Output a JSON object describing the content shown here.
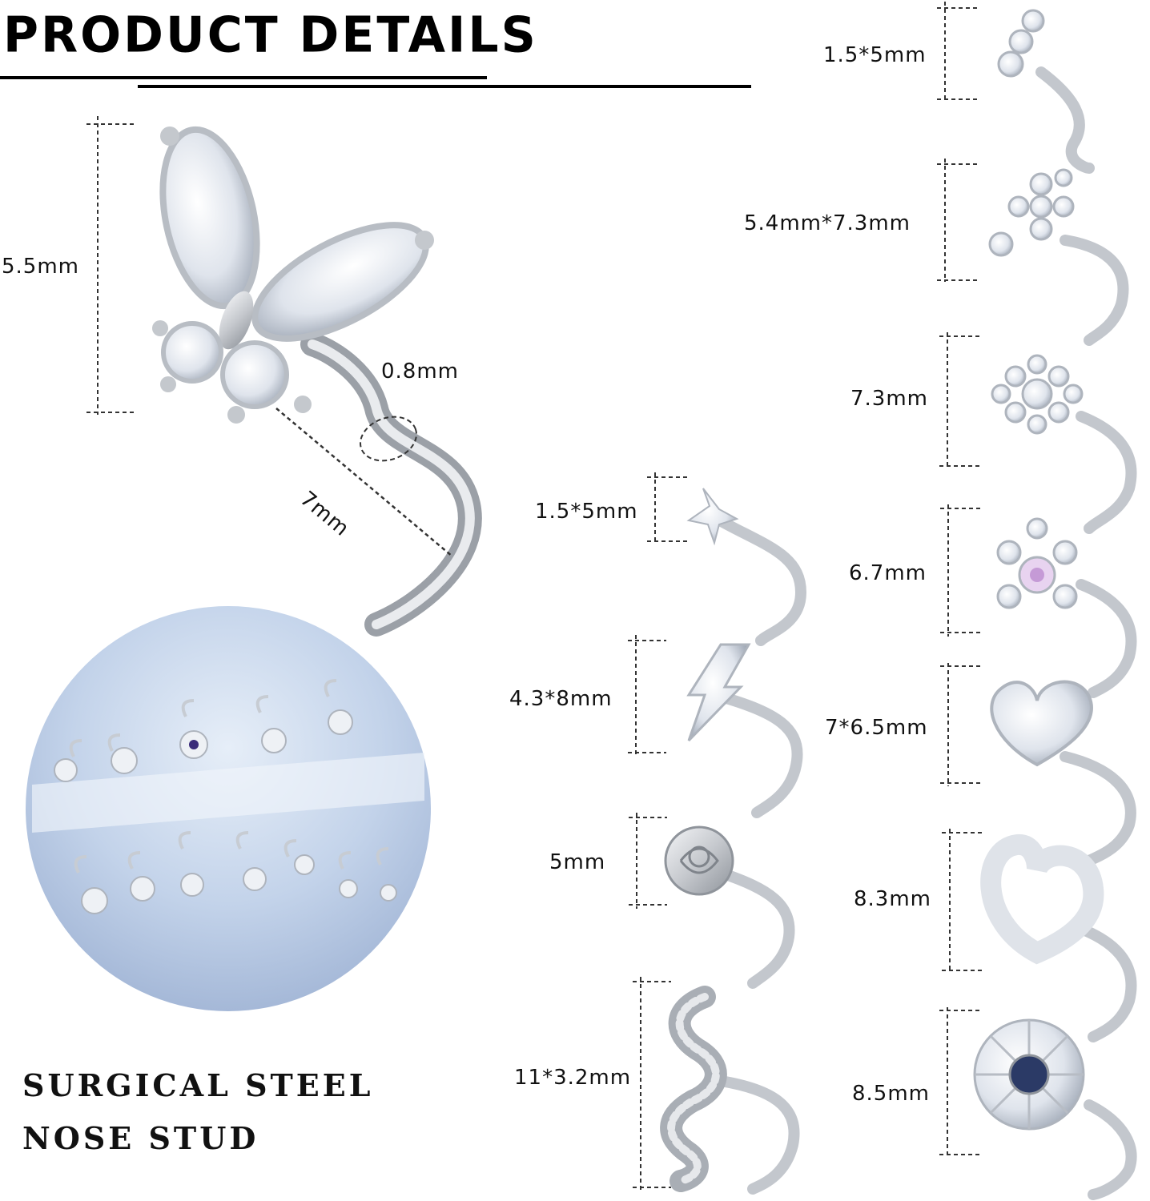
{
  "header": {
    "title": "PRODUCT DETAILS"
  },
  "main_item": {
    "height": "5.5mm",
    "bar": "0.8mm",
    "length": "7mm"
  },
  "middle_column": [
    {
      "size": "1.5*5mm",
      "icon": "star-stud-icon"
    },
    {
      "size": "4.3*8mm",
      "icon": "lightning-stud-icon"
    },
    {
      "size": "5mm",
      "icon": "rose-stud-icon"
    },
    {
      "size": "11*3.2mm",
      "icon": "snake-stud-icon"
    }
  ],
  "right_column": [
    {
      "size": "1.5*5mm",
      "icon": "triple-gem-stud-icon"
    },
    {
      "size": "5.4mm*7.3mm",
      "icon": "cross-stud-icon"
    },
    {
      "size": "7.3mm",
      "icon": "snowflake-stud-icon"
    },
    {
      "size": "6.7mm",
      "icon": "opal-flower-stud-icon"
    },
    {
      "size": "7*6.5mm",
      "icon": "pave-heart-stud-icon"
    },
    {
      "size": "8.3mm",
      "icon": "open-heart-stud-icon"
    },
    {
      "size": "8.5mm",
      "icon": "daisy-stud-icon"
    }
  ],
  "caption": {
    "line1": "SURGICAL STEEL",
    "line2": "NOSE STUD"
  },
  "colors": {
    "steel": "#c9ccd1",
    "steel_dark": "#8e939a",
    "crystal": "#eef2f7",
    "circle_bg": "#b8c8e0",
    "blue_gem": "#2b3a66",
    "purple_gem": "#3a2c7a"
  }
}
